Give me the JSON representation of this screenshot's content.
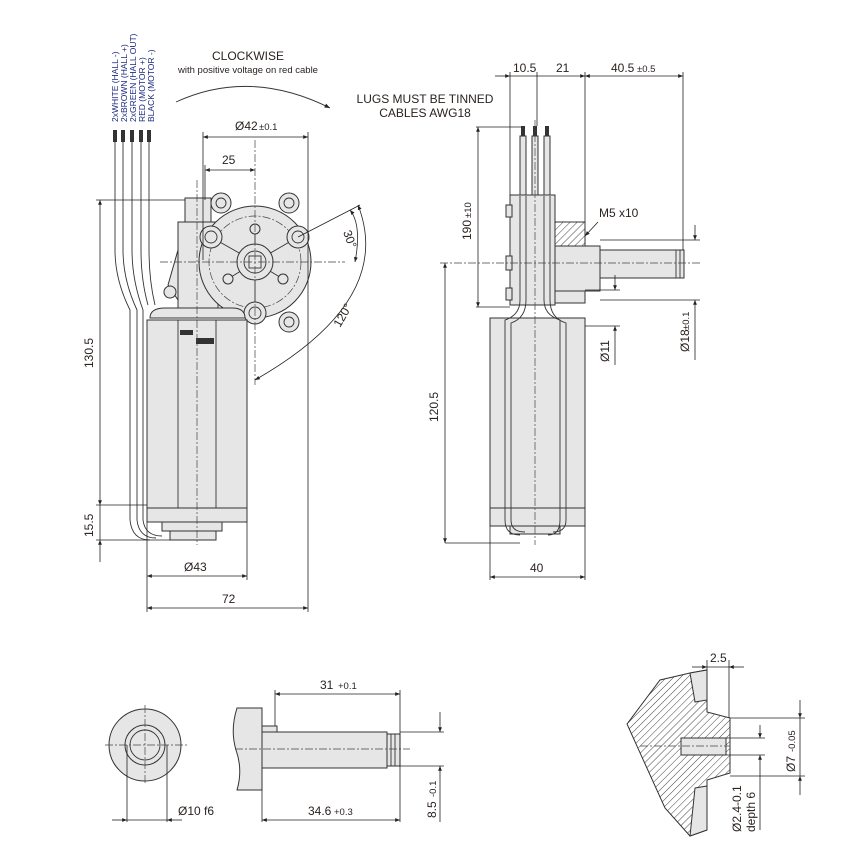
{
  "title": {
    "rotation": "CLOCKWISE",
    "rotation_note": "with positive voltage on red cable"
  },
  "wires": [
    "2xWHITE (HALL -)",
    "2xBROWN (HALL +)",
    "2xGREEN (HALL OUT)",
    "RED (MOTOR +)",
    "BLACK (MOTOR -)"
  ],
  "notes": {
    "line1": "LUGS MUST BE TINNED",
    "line2": "CABLES AWG18",
    "thread": "M5 x10"
  },
  "front_view": {
    "d42": "Ø42",
    "d42_tol": "±0.1",
    "d25": "25",
    "a30": "30°",
    "a120": "120°",
    "h130": "130.5",
    "h15": "15.5",
    "d43": "Ø43",
    "w72": "72"
  },
  "side_view": {
    "d10_5": "10.5",
    "d21": "21",
    "d40_5": "40.5",
    "d40_5_tol": "±0.5",
    "h190": "190",
    "h190_tol": "±10",
    "h120": "120.5",
    "w40": "40",
    "d11": "Ø11",
    "d18": "Ø18",
    "d18_tol": "±0.1"
  },
  "shaft_detail": {
    "d10": "Ø10 f6",
    "l31": "31",
    "l31_tol": "+0.1",
    "l34": "34.6",
    "l34_tol": "+0.3",
    "w85": "8.5",
    "w85_tol": "-0.1"
  },
  "section_detail": {
    "d2_5": "2.5",
    "d7": "Ø7",
    "d7_tol": "-0.05",
    "d2_4": "Ø2.4-0.1",
    "depth": "depth 6"
  }
}
